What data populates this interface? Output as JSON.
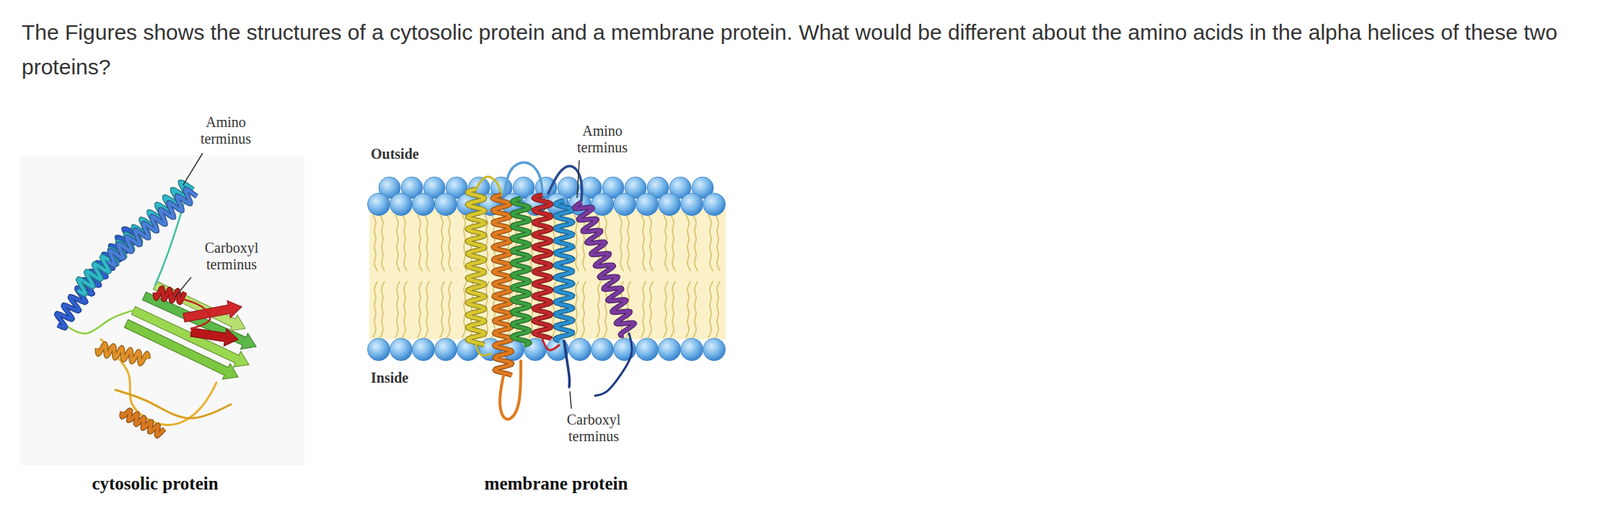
{
  "diagram": {
    "title": "The Figures shows the structures of a cytosolic protein and a membrane protein.  What would be different about the amino acids in the alpha helices of these two proteins?",
    "labels": [
      "Amino terminus",
      "Carboxyl terminus",
      "cytosolic protein",
      "Outside",
      "Amino terminus",
      "Inside",
      "Carboxyl terminus",
      "membrane protein"
    ]
  }
}
